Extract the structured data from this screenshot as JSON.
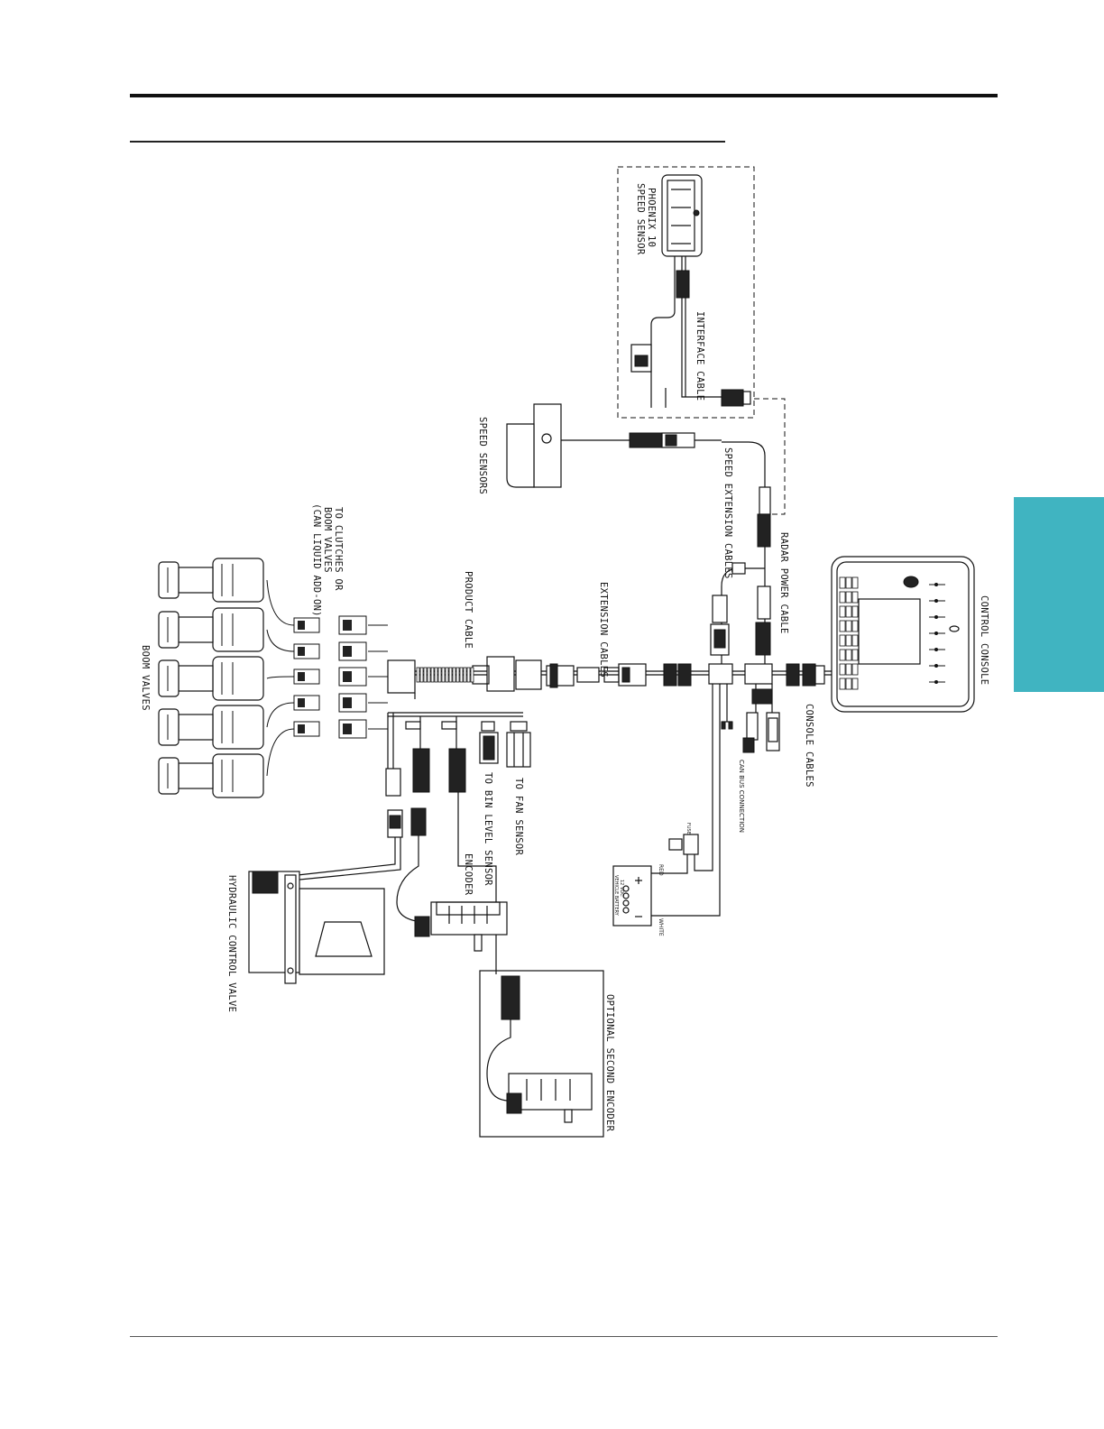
{
  "colors": {
    "tab": "#40b4c1",
    "ink": "#111111"
  },
  "labels": {
    "control_console": "CONTROL CONSOLE",
    "console_cables": "CONSOLE CABLES",
    "can_bus": "CAN BUS CONNECTION",
    "radar_power": "RADAR POWER CABLE",
    "speed_ext": "SPEED EXTENSION CABLES",
    "speed_sensors": "SPEED SENSORS",
    "interface_cable": "INTERFACE CABLE",
    "phoenix_1": "PHOENIX 10",
    "phoenix_2": "SPEED SENSOR",
    "extension_cables": "EXTENSION CABLES",
    "product_cable": "PRODUCT CABLE",
    "clutches_1": "TO CLUTCHES OR",
    "clutches_2": "BOOM VALVES",
    "clutches_3": "(CAN LIQUID ADD-ON)",
    "boom_valves": "BOOM VALVES",
    "fan_sensor": "TO FAN SENSOR",
    "bin_level": "TO BIN LEVEL SENSOR",
    "encoder": "ENCODER",
    "optional_encoder": "OPTIONAL SECOND ENCODER",
    "hydraulic": "HYDRAULIC CONTROL VALVE",
    "red": "RED",
    "white": "WHITE",
    "fuse": "FUSE",
    "battery_1": "VEHICLE BATTERY",
    "battery_2": "12 VDC"
  }
}
